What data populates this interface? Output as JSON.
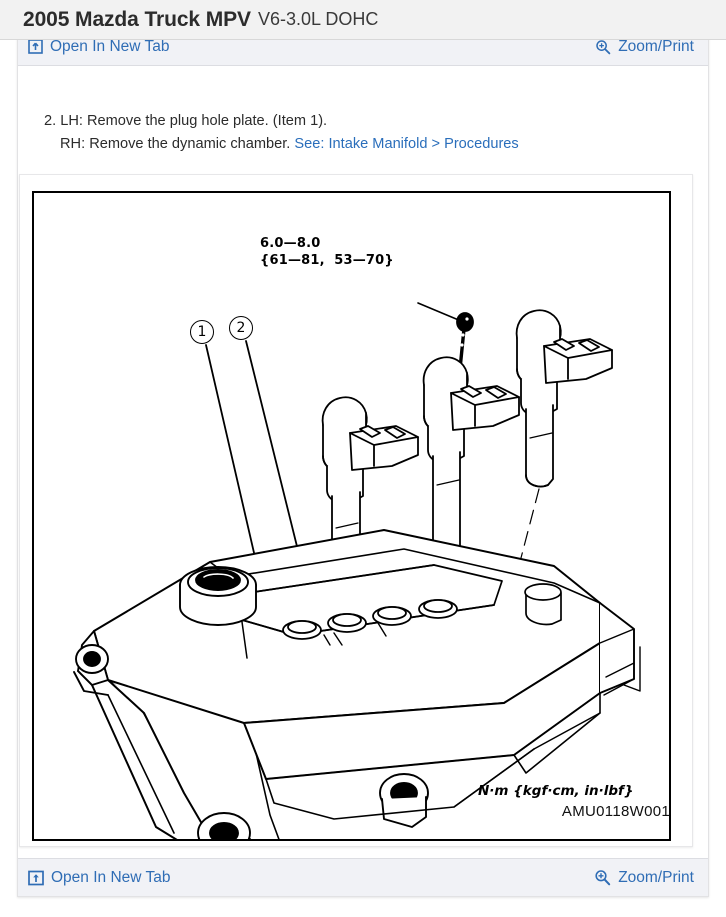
{
  "header": {
    "title": "2005 Mazda Truck MPV",
    "subtitle": "V6-3.0L DOHC"
  },
  "toolbar_top": {
    "open_new_tab_label": "Open In New Tab",
    "zoom_print_label": "Zoom/Print",
    "open_icon": "external-link-icon",
    "zoom_icon": "magnifier-plus-icon"
  },
  "toolbar_bottom": {
    "open_new_tab_label": "Open In New Tab",
    "zoom_print_label": "Zoom/Print",
    "open_icon": "external-link-icon",
    "zoom_icon": "magnifier-plus-icon"
  },
  "instruction": {
    "line1": "2. LH: Remove the plug hole plate. (Item 1).",
    "line2_text": "RH: Remove the dynamic chamber. ",
    "line2_link": "See: Intake Manifold > Procedures"
  },
  "diagram": {
    "figure_id": "AMU0118W001",
    "torque_spec_line1": "6.0—8.0",
    "torque_spec_line2": "{61—81,  53—70}",
    "units_note": "N·m {kgf·cm, in·lbf}",
    "callout_1": "1",
    "callout_2": "2",
    "description": "Exploded view of cylinder head cover with three ignition coils, mounting bolt and connector"
  },
  "colors": {
    "header_bg": "#f2f2f2",
    "toolbar_bg": "#f1f2f6",
    "link": "#2f6db5",
    "text": "#2b2b2b",
    "line": "#000000"
  }
}
